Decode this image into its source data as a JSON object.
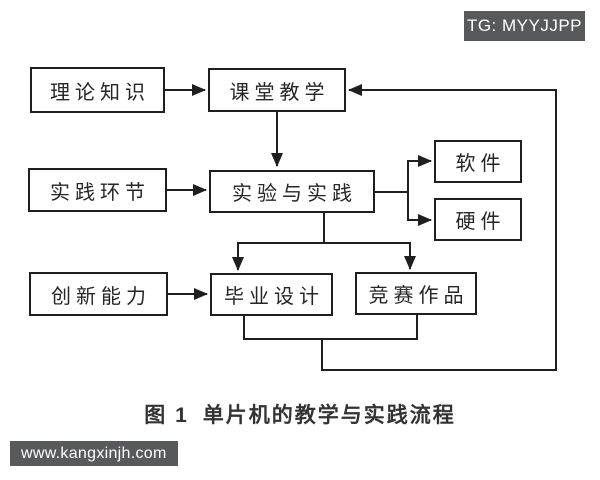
{
  "colors": {
    "line": "#1f1f1f",
    "node_border": "#1f1f1f",
    "node_bg": "#ffffff",
    "node_text": "#262626",
    "badge_bg": "#58595b",
    "badge_text": "#ffffff",
    "page_bg": "#ffffff",
    "caption_text": "#333333"
  },
  "badge": {
    "label": "TG: MYYJJPP"
  },
  "watermark": {
    "label": "www.kangxinjh.com"
  },
  "diagram": {
    "nodes": [
      {
        "id": "theory",
        "label": "理论知识"
      },
      {
        "id": "classroom",
        "label": "课堂教学"
      },
      {
        "id": "practice",
        "label": "实践环节"
      },
      {
        "id": "experiment",
        "label": "实验与实践"
      },
      {
        "id": "software",
        "label": "软件"
      },
      {
        "id": "hardware",
        "label": "硬件"
      },
      {
        "id": "innovation",
        "label": "创新能力"
      },
      {
        "id": "graduation",
        "label": "毕业设计"
      },
      {
        "id": "competition",
        "label": "竞赛作品"
      }
    ],
    "edges": [
      {
        "from": "理论知识",
        "to": "课堂教学"
      },
      {
        "from": "课堂教学",
        "to": "实验与实践"
      },
      {
        "from": "实践环节",
        "to": "实验与实践"
      },
      {
        "from": "实验与实践",
        "to": "软件"
      },
      {
        "from": "实验与实践",
        "to": "硬件"
      },
      {
        "from": "实验与实践",
        "to": "毕业设计"
      },
      {
        "from": "实验与实践",
        "to": "竞赛作品"
      },
      {
        "from": "创新能力",
        "to": "毕业设计"
      },
      {
        "from": "毕业设计",
        "to": "课堂教学"
      },
      {
        "from": "竞赛作品",
        "to": "课堂教学"
      }
    ]
  },
  "caption": {
    "label": "图 1",
    "title": "单片机的教学与实践流程"
  }
}
